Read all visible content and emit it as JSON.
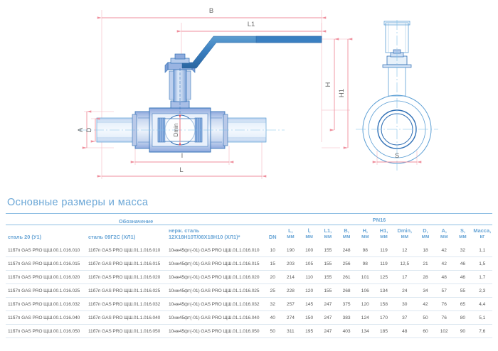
{
  "drawing": {
    "labels": {
      "B": "B",
      "L1": "L1",
      "H": "H",
      "H1": "H1",
      "A": "A",
      "D": "D",
      "Dmin": "Dmin",
      "I": "I",
      "L": "L",
      "S": "S"
    },
    "colors": {
      "dimension_line": "#f4a0ac",
      "dimension_text": "#6b6b6b",
      "valve_body_fill": "#aebde4",
      "valve_outline": "#2f6fb5",
      "handle": "#3a7fc1",
      "pipe_fill": "#cfe0f4",
      "section_outline": "#5b9ed4"
    }
  },
  "section": {
    "title": "Основные размеры и масса"
  },
  "table": {
    "group_header": "Обозначение",
    "pressure_group": "PN16",
    "columns": [
      {
        "key": "desig_steel20",
        "label": "сталь 20 (У1)",
        "unit": ""
      },
      {
        "key": "desig_steel09g2s",
        "label": "сталь 09Г2С (ХЛ1)",
        "unit": ""
      },
      {
        "key": "desig_stainless",
        "label": "нерж. сталь\n12Х18Н10Т/08Х18Н10 (ХЛ1)*",
        "unit": ""
      },
      {
        "key": "dn",
        "label": "DN",
        "unit": ""
      },
      {
        "key": "l_big",
        "label": "L,",
        "unit": "мм"
      },
      {
        "key": "i_small",
        "label": "l,",
        "unit": "мм"
      },
      {
        "key": "l1",
        "label": "L1,",
        "unit": "мм"
      },
      {
        "key": "b",
        "label": "B,",
        "unit": "мм"
      },
      {
        "key": "h",
        "label": "H,",
        "unit": "мм"
      },
      {
        "key": "h1",
        "label": "H1,",
        "unit": "мм"
      },
      {
        "key": "dmin",
        "label": "Dmin,",
        "unit": "мм"
      },
      {
        "key": "d",
        "label": "D,",
        "unit": "мм"
      },
      {
        "key": "a",
        "label": "A,",
        "unit": "мм"
      },
      {
        "key": "s",
        "label": "S,",
        "unit": "мм"
      },
      {
        "key": "massa",
        "label": "Масса,",
        "unit": "кг"
      }
    ],
    "stainless_header_line1": "нерж. сталь",
    "stainless_header_line2": "12Х18Н10Т/08Х18Н10 (ХЛ1)*",
    "rows": [
      {
        "desig_steel20": "11б7п GAS PRO ЩШ.00.1.016.010",
        "desig_steel09g2s": "11б7п GAS PRO ЩШ.01.1.016.010",
        "desig_stainless": "10нж45фт(-01) GAS PRO ЩШ.01.1.016.010",
        "dn": "10",
        "l_big": "190",
        "i_small": "100",
        "l1": "155",
        "b": "248",
        "h": "98",
        "h1": "119",
        "dmin": "12",
        "d": "18",
        "a": "42",
        "s": "32",
        "massa": "1,1"
      },
      {
        "desig_steel20": "11б7п GAS PRO ЩШ.00.1.016.015",
        "desig_steel09g2s": "11б7п GAS PRO ЩШ.01.1.016.015",
        "desig_stainless": "10нж45фт(-01) GAS PRO ЩШ.01.1.016.015",
        "dn": "15",
        "l_big": "203",
        "i_small": "105",
        "l1": "155",
        "b": "256",
        "h": "98",
        "h1": "119",
        "dmin": "12,5",
        "d": "21",
        "a": "42",
        "s": "46",
        "massa": "1,5"
      },
      {
        "desig_steel20": "11б7п GAS PRO ЩШ.00.1.016.020",
        "desig_steel09g2s": "11б7п GAS PRO ЩШ.01.1.016.020",
        "desig_stainless": "10нж45фт(-01) GAS PRO ЩШ.01.1.016.020",
        "dn": "20",
        "l_big": "214",
        "i_small": "110",
        "l1": "155",
        "b": "261",
        "h": "101",
        "h1": "125",
        "dmin": "17",
        "d": "28",
        "a": "48",
        "s": "46",
        "massa": "1,7"
      },
      {
        "desig_steel20": "11б7п GAS PRO ЩШ.00.1.016.025",
        "desig_steel09g2s": "11б7п GAS PRO ЩШ.01.1.016.025",
        "desig_stainless": "10нж45фт(-01) GAS PRO ЩШ.01.1.016.025",
        "dn": "25",
        "l_big": "228",
        "i_small": "120",
        "l1": "155",
        "b": "268",
        "h": "106",
        "h1": "134",
        "dmin": "24",
        "d": "34",
        "a": "57",
        "s": "55",
        "massa": "2,3"
      },
      {
        "desig_steel20": "11б7п GAS PRO ЩШ.00.1.016.032",
        "desig_steel09g2s": "11б7п GAS PRO ЩШ.01.1.016.032",
        "desig_stainless": "10нж45фт(-01) GAS PRO ЩШ.01.1.016.032",
        "dn": "32",
        "l_big": "257",
        "i_small": "145",
        "l1": "247",
        "b": "375",
        "h": "120",
        "h1": "158",
        "dmin": "30",
        "d": "42",
        "a": "76",
        "s": "65",
        "massa": "4,4"
      },
      {
        "desig_steel20": "11б7п GAS PRO ЩШ.00.1.016.040",
        "desig_steel09g2s": "11б7п GAS PRO ЩШ.01.1.016.040",
        "desig_stainless": "10нж45фт(-01) GAS PRO ЩШ.01.1.016.040",
        "dn": "40",
        "l_big": "274",
        "i_small": "150",
        "l1": "247",
        "b": "383",
        "h": "124",
        "h1": "170",
        "dmin": "37",
        "d": "50",
        "a": "76",
        "s": "80",
        "massa": "5,1"
      },
      {
        "desig_steel20": "11б7п GAS PRO ЩШ.00.1.016.050",
        "desig_steel09g2s": "11б7п GAS PRO ЩШ.01.1.016.050",
        "desig_stainless": "10нж45фт(-01) GAS PRO ЩШ.01.1.016.050",
        "dn": "50",
        "l_big": "311",
        "i_small": "195",
        "l1": "247",
        "b": "403",
        "h": "134",
        "h1": "185",
        "dmin": "48",
        "d": "60",
        "a": "102",
        "s": "90",
        "massa": "7,6"
      }
    ]
  }
}
